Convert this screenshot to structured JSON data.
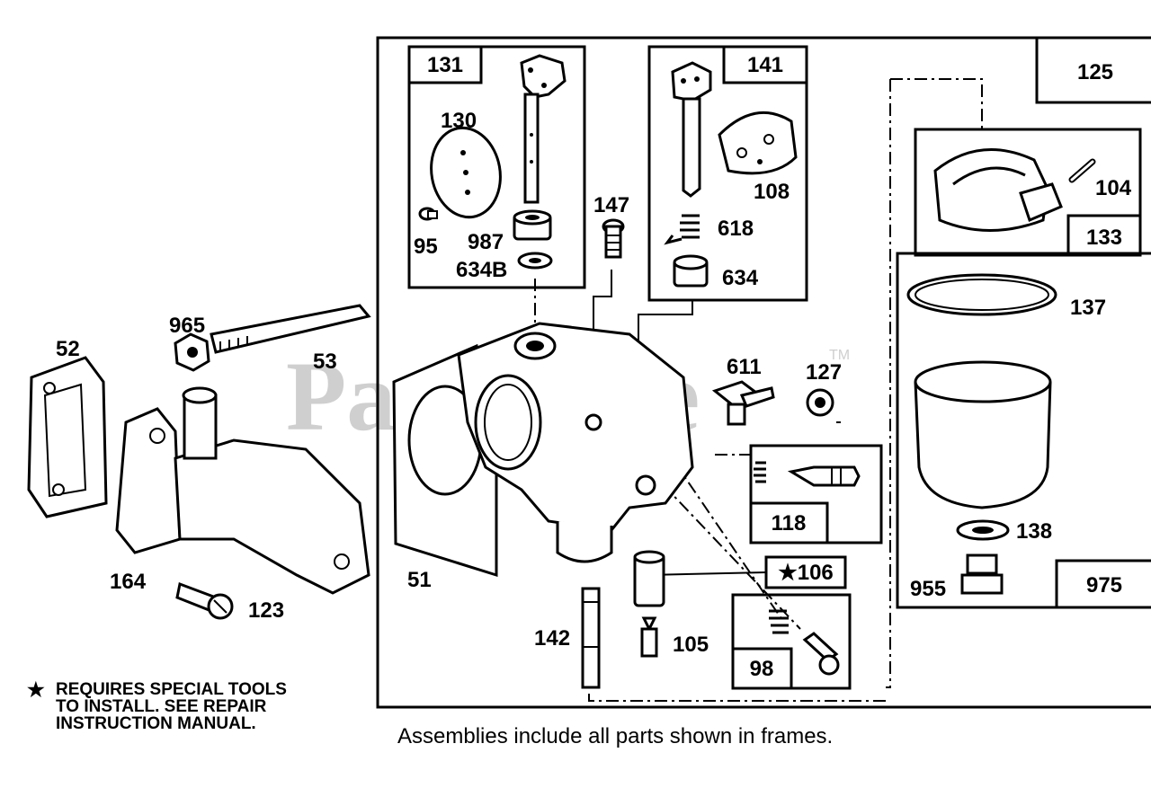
{
  "watermark": {
    "text": "PartsTree",
    "tm": "TM"
  },
  "frame_labels": {
    "f131": "131",
    "f141": "141",
    "f125": "125",
    "f133": "133",
    "f975": "975",
    "f118": "118",
    "f106": "★106",
    "f98": "98"
  },
  "part_labels": {
    "p130": "130",
    "p95": "95",
    "p987": "987",
    "p634b": "634B",
    "p108": "108",
    "p618": "618",
    "p634": "634",
    "p147": "147",
    "p104": "104",
    "p137": "137",
    "p965": "965",
    "p52": "52",
    "p53": "53",
    "p611": "611",
    "p127": "127",
    "p138": "138",
    "p955": "955",
    "p51": "51",
    "p164": "164",
    "p123": "123",
    "p142": "142",
    "p105": "105"
  },
  "note": {
    "star": "★",
    "line1": "REQUIRES SPECIAL TOOLS",
    "line2": "TO INSTALL.  SEE REPAIR",
    "line3": "INSTRUCTION MANUAL."
  },
  "caption": "Assemblies include all parts shown in frames."
}
